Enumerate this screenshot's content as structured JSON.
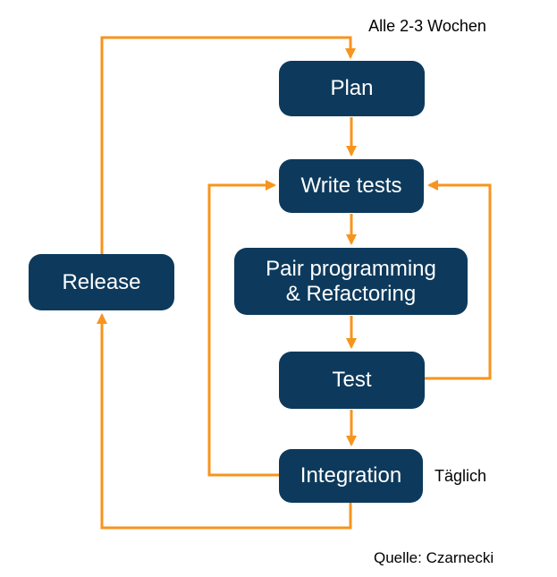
{
  "diagram": {
    "type": "flowchart",
    "nodes": {
      "plan": {
        "label": "Plan"
      },
      "write_tests": {
        "label": "Write tests"
      },
      "pair_programming": {
        "label": "Pair programming\n& Refactoring"
      },
      "test": {
        "label": "Test"
      },
      "integration": {
        "label": "Integration"
      },
      "release": {
        "label": "Release"
      }
    },
    "edges": [
      {
        "from": "Plan",
        "to": "Write tests"
      },
      {
        "from": "Write tests",
        "to": "Pair programming & Refactoring"
      },
      {
        "from": "Pair programming & Refactoring",
        "to": "Test"
      },
      {
        "from": "Test",
        "to": "Write tests"
      },
      {
        "from": "Test",
        "to": "Integration"
      },
      {
        "from": "Integration",
        "to": "Write tests"
      },
      {
        "from": "Integration",
        "to": "Release"
      },
      {
        "from": "Release",
        "to": "Plan"
      }
    ],
    "annotations": {
      "cycle_note": "Alle 2-3 Wochen",
      "daily_note": "Täglich",
      "source": "Quelle: Czarnecki"
    },
    "colors": {
      "node_fill": "#0D3A5C",
      "node_text": "#FFFFFF",
      "arrow": "#F7941D",
      "label_text": "#000000"
    }
  }
}
